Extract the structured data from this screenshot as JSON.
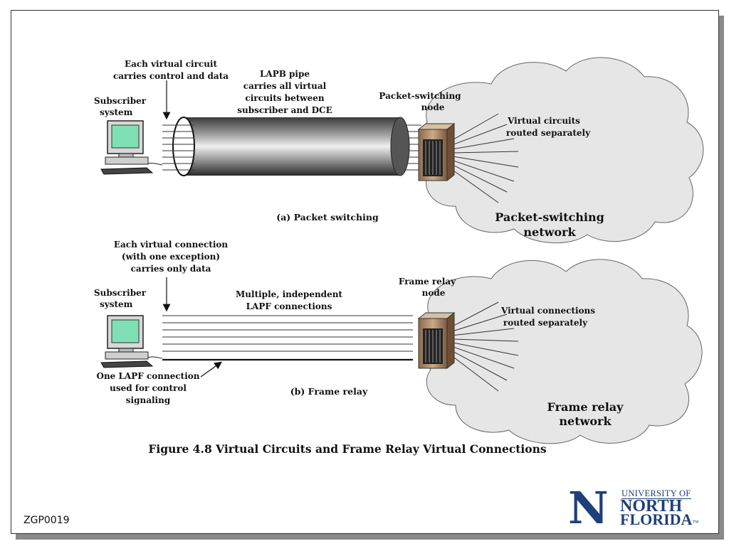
{
  "top": {
    "each_vc_line1": "Each virtual circuit",
    "each_vc_line2": "carries control and data",
    "subscriber_line1": "Subscriber",
    "subscriber_line2": "system",
    "lapb_line1": "LAPB pipe",
    "lapb_line2": "carries all virtual",
    "lapb_line3": "circuits between",
    "lapb_line4": "subscriber and DCE",
    "node_line1": "Packet-switching",
    "node_line2": "node",
    "vc_routed_line1": "Virtual circuits",
    "vc_routed_line2": "routed separately",
    "caption": "(a) Packet switching",
    "network_line1": "Packet-switching",
    "network_line2": "network"
  },
  "bottom": {
    "each_conn_line1": "Each virtual connection",
    "each_conn_line2": "(with one exception)",
    "each_conn_line3": "carries only data",
    "subscriber_line1": "Subscriber",
    "subscriber_line2": "system",
    "multi_line1": "Multiple, independent",
    "multi_line2": "LAPF connections",
    "node_line1": "Frame relay",
    "node_line2": "node",
    "vconn_line1": "Virtual connections",
    "vconn_line2": "routed separately",
    "one_lapf_line1": "One LAPF connection",
    "one_lapf_line2": "used for control",
    "one_lapf_line3": "signaling",
    "caption": "(b) Frame relay",
    "network_line1": "Frame relay",
    "network_line2": "network"
  },
  "figure_title": "Figure 4.8 Virtual Circuits and Frame Relay Virtual Connections",
  "slide_id": "ZGP0019",
  "logo": {
    "university_of": "UNIVERSITY OF",
    "north": "NORTH",
    "florida": "FLORIDA",
    "tm": "™"
  },
  "colors": {
    "cloud_fill": "#e6e6e6",
    "screen": "#7fe0b5",
    "node_box": "#b89a7a",
    "logo_blue": "#1f3f7a"
  }
}
